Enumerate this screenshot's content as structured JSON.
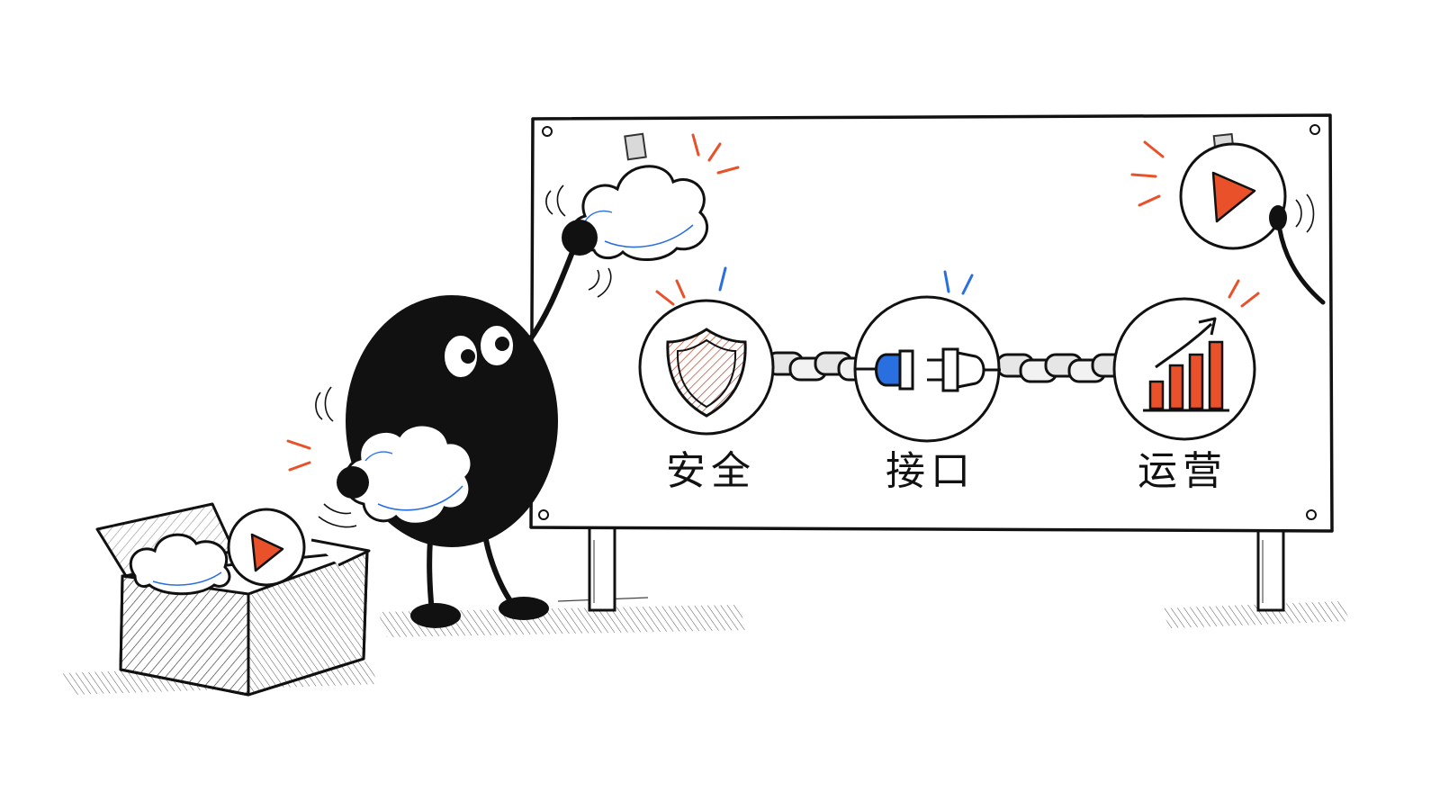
{
  "nodes": [
    {
      "key": "security",
      "label": "安全",
      "icon": "shield-icon"
    },
    {
      "key": "interface",
      "label": "接口",
      "icon": "plug-icon"
    },
    {
      "key": "operations",
      "label": "运营",
      "icon": "bar-chart-icon"
    }
  ],
  "connector_icon": "chain-icon",
  "pinned_items": [
    "cloud-icon",
    "play-icon"
  ],
  "box_contents": [
    "cloud-icon",
    "play-icon"
  ],
  "colors": {
    "ink": "#111111",
    "accent_orange": "#e8512a",
    "accent_blue": "#2a6fe0",
    "paper": "#ffffff",
    "tape": "#d9d9d9"
  }
}
